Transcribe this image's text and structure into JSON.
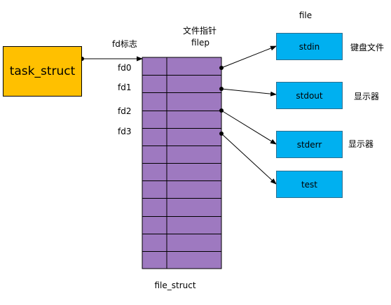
{
  "task_struct": {
    "label": "task_struct"
  },
  "fd_table": {
    "header": "fd标志",
    "fd_labels": [
      "fd0",
      "fd1",
      "fd2",
      "fd3"
    ],
    "rows": 12,
    "caption": "file_struct"
  },
  "pointer_header": {
    "line1": "文件指针",
    "line2": "filep"
  },
  "file_column": {
    "header": "file",
    "files": [
      {
        "name": "stdin",
        "note": "键盘文件"
      },
      {
        "name": "stdout",
        "note": "显示器"
      },
      {
        "name": "stderr",
        "note": "显示器"
      },
      {
        "name": "test",
        "note": ""
      }
    ]
  },
  "colors": {
    "task_struct_fill": "#ffc000",
    "table_fill": "#9e79c0",
    "file_fill": "#00b0f0",
    "line": "#000000"
  }
}
